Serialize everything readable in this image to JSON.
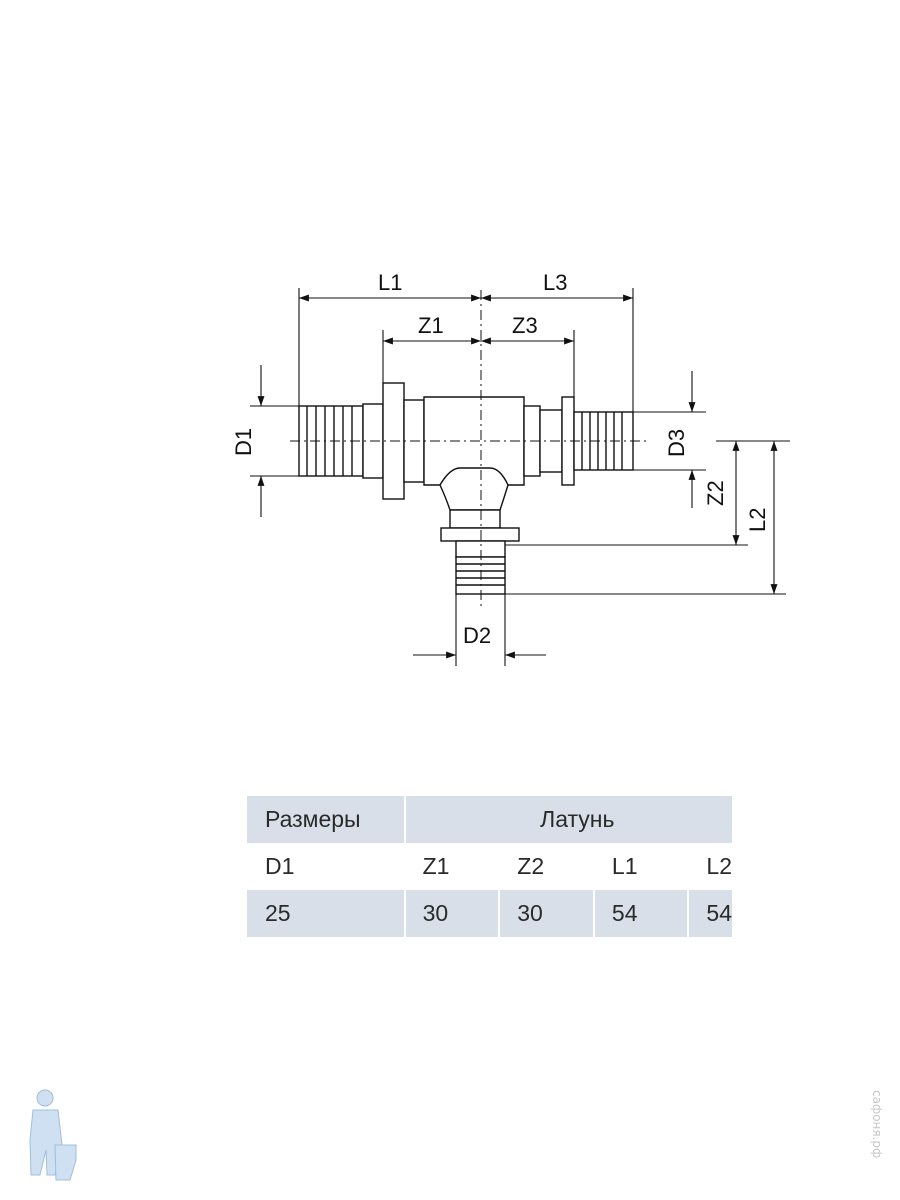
{
  "diagram": {
    "labels": {
      "L1": "L1",
      "L3": "L3",
      "Z1": "Z1",
      "Z3": "Z3",
      "D1": "D1",
      "D3": "D3",
      "Z2": "Z2",
      "L2": "L2",
      "D2": "D2"
    },
    "colors": {
      "line": "#111111",
      "dim": "#111111"
    }
  },
  "table": {
    "header_left": "Размеры",
    "header_material": "Латунь",
    "columns": [
      "D1",
      "Z1",
      "Z2",
      "L1",
      "L2"
    ],
    "values": [
      "25",
      "30",
      "30",
      "54",
      "54"
    ],
    "colors": {
      "shaded": "#d8dfe8"
    }
  },
  "watermark": {
    "text": "сафоня.рф"
  },
  "logo": {
    "icon": "plumber-with-toilet-logo"
  }
}
